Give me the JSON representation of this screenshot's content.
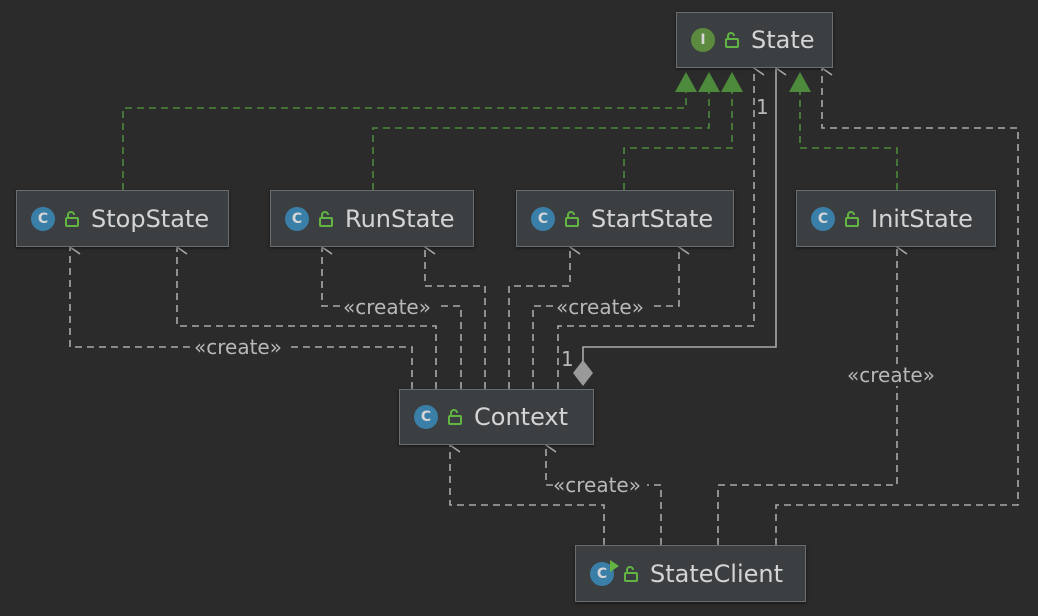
{
  "nodes": {
    "state": {
      "name": "State",
      "kind": "interface",
      "badge": "I"
    },
    "stop_state": {
      "name": "StopState",
      "kind": "class",
      "badge": "C"
    },
    "run_state": {
      "name": "RunState",
      "kind": "class",
      "badge": "C"
    },
    "start_state": {
      "name": "StartState",
      "kind": "class",
      "badge": "C"
    },
    "init_state": {
      "name": "InitState",
      "kind": "class",
      "badge": "C"
    },
    "context": {
      "name": "Context",
      "kind": "class",
      "badge": "C"
    },
    "state_client": {
      "name": "StateClient",
      "kind": "runnable-class",
      "badge": "C"
    }
  },
  "edge_labels": {
    "create": "«create»",
    "multiplicity_state": "1",
    "multiplicity_context": "1"
  },
  "colors": {
    "background": "#2b2b2b",
    "node_fill": "#3c3f41",
    "node_border": "#6b6e70",
    "node_text": "#d4d4d4",
    "dependency_line": "#a9a9a9",
    "realization_line": "#4d8a3b",
    "class_badge": "#3a7fa8",
    "interface_badge": "#5c8b3f"
  }
}
